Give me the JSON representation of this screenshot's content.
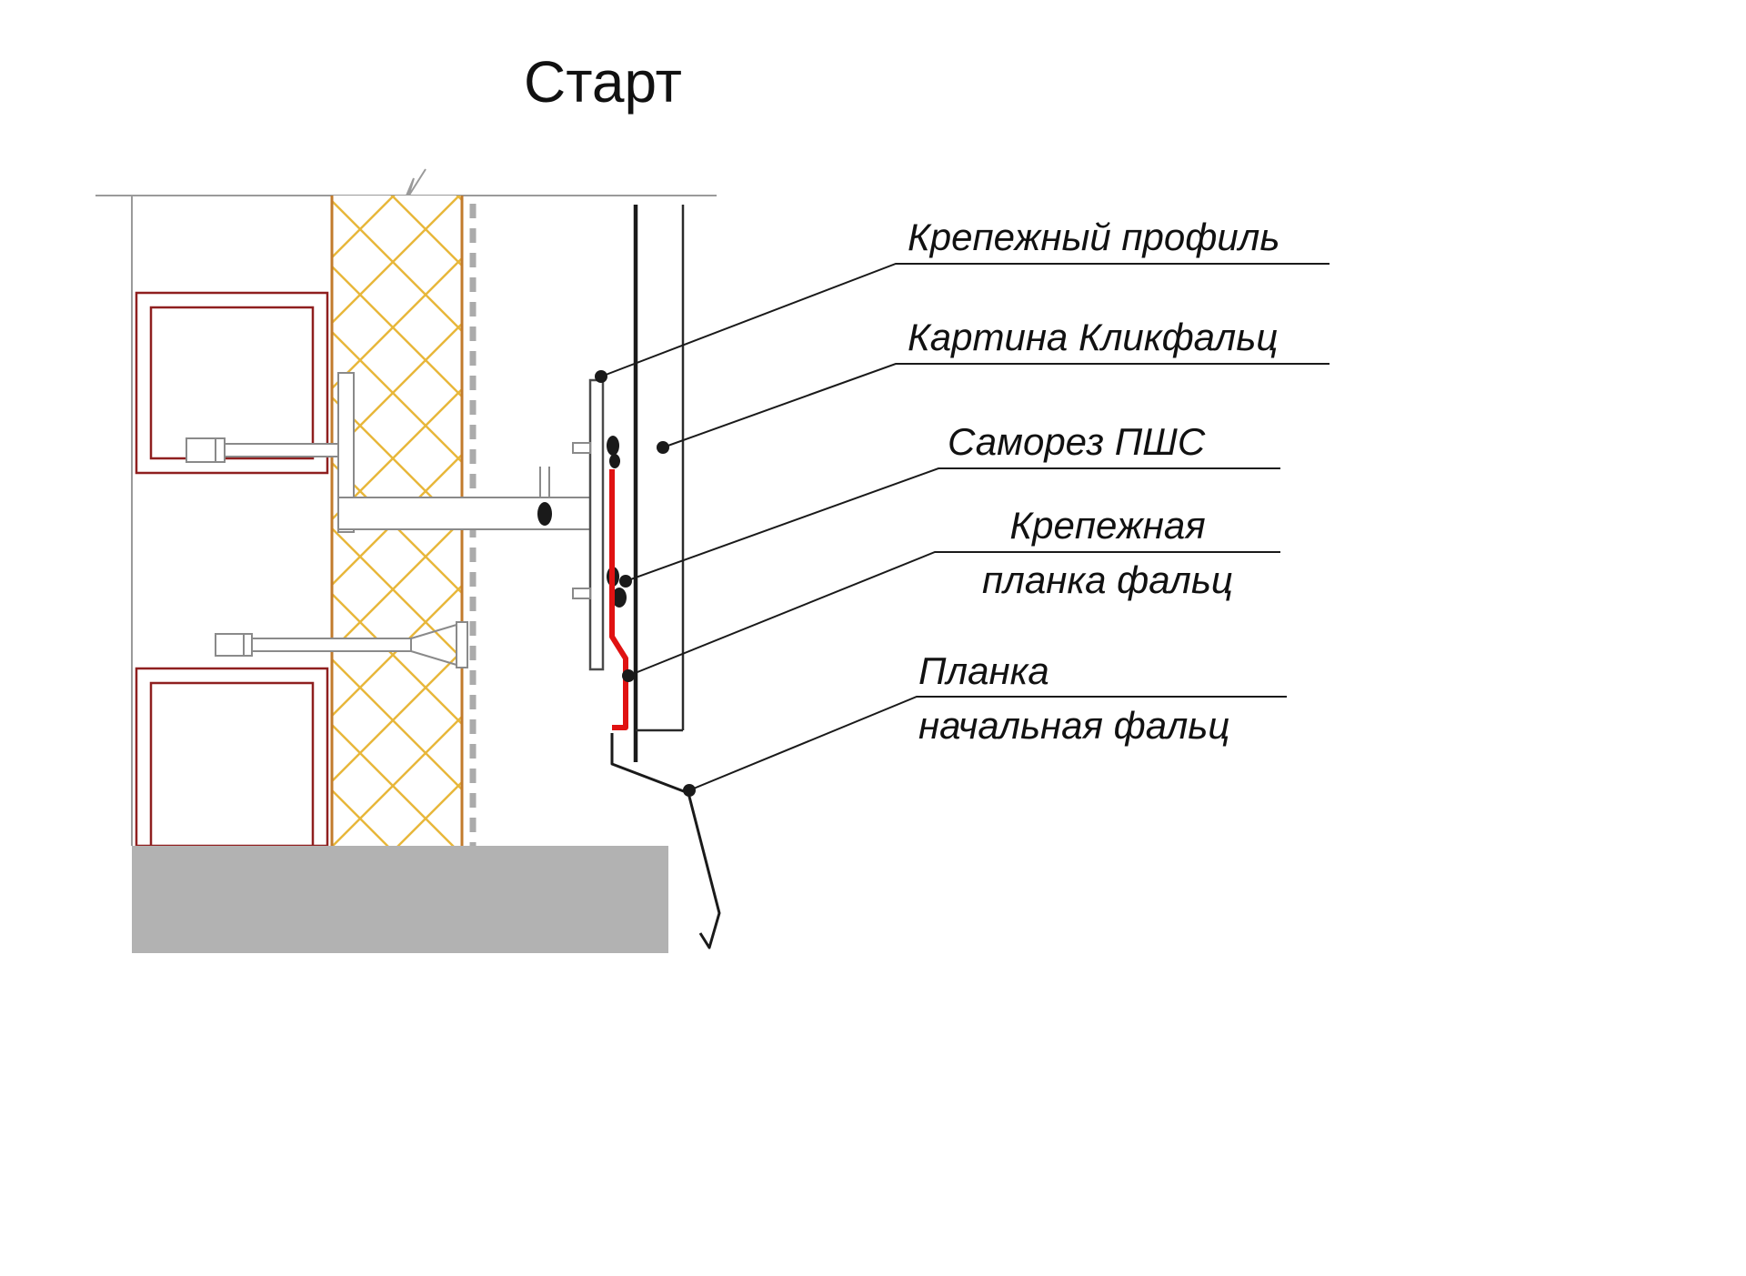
{
  "title": "Старт",
  "labels": {
    "mounting_profile": "Крепежный профиль",
    "clickfalz_panel": "Картина Кликфальц",
    "screw": "Саморез ПШС",
    "fastening_strip_line1": "Крепежная",
    "fastening_strip_line2": "планка фальц",
    "starter_strip_line1": "Планка",
    "starter_strip_line2": "начальная фальц"
  },
  "colors": {
    "wall-red": "#8f1f1f",
    "insulation-yellow": "#e8b73a",
    "insulation-edge": "#c27b2c",
    "strip-red": "#e01212",
    "line-dark": "#1a1a1a",
    "line-gray": "#9a9a9a",
    "steel-gray": "#8a8a8a",
    "foundation-gray": "#b2b2b2"
  }
}
